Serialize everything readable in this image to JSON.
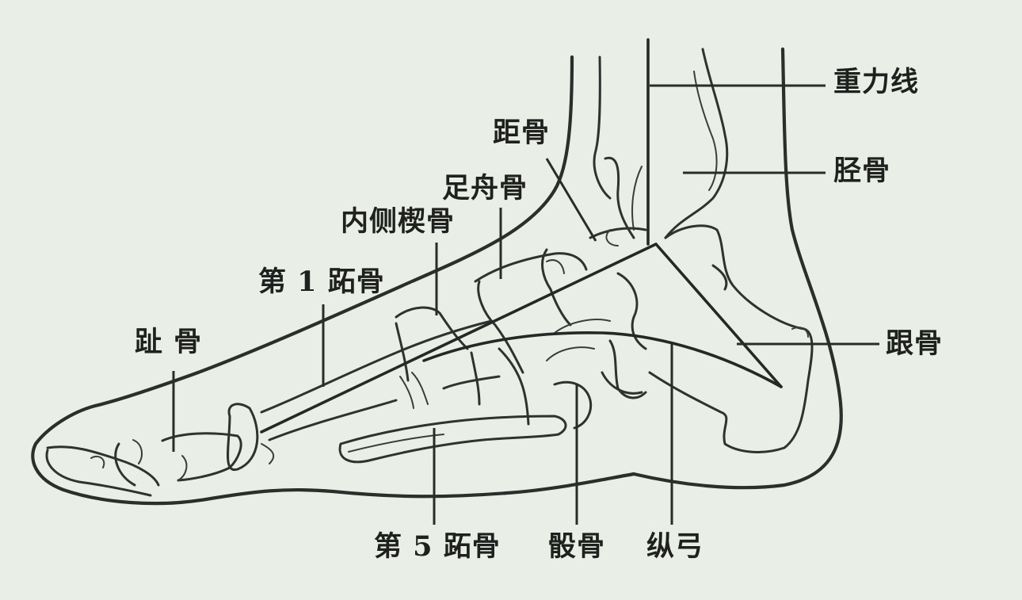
{
  "diagram": {
    "subject": "足部内侧骨骼与纵弓示意图",
    "background_color": "#e9efe6",
    "line_color": "#2b2e2a",
    "labels": {
      "gravity_line": "重力线",
      "tibia": "胫骨",
      "talus": "距骨",
      "navicular": "足舟骨",
      "medial_cuneiform": "内侧楔骨",
      "first_metatarsal": "第 1 跖骨",
      "phalanges": "趾  骨",
      "calcaneus": "跟骨",
      "fifth_metatarsal": "第 5 跖骨",
      "cuboid": "骰骨",
      "longitudinal_arch": "纵弓"
    }
  }
}
